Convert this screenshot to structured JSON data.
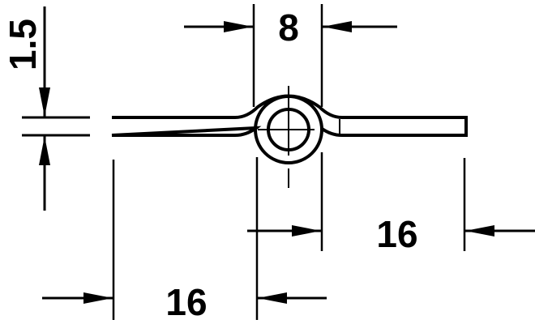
{
  "dimensions": {
    "thickness": "1.5",
    "knuckle_width": "8",
    "right_leaf": "16",
    "left_leaf": "16"
  },
  "colors": {
    "line": "#000000",
    "background": "#ffffff"
  }
}
